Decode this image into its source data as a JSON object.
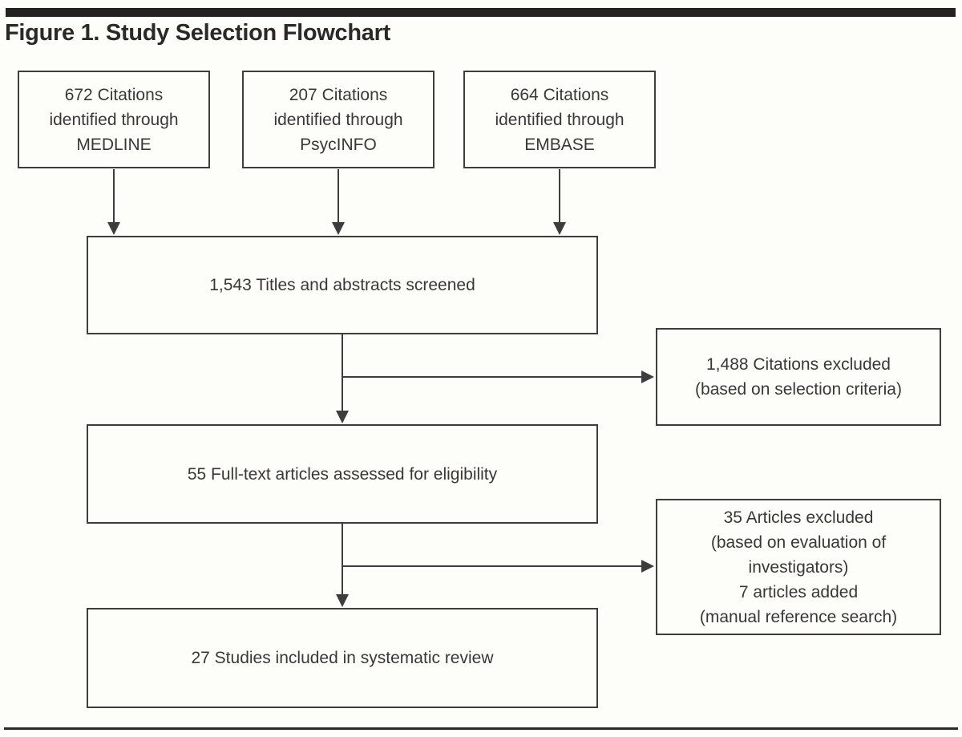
{
  "figure": {
    "title": "Figure 1. Study Selection Flowchart"
  },
  "flowchart": {
    "sources": [
      {
        "label": "672 Citations\nidentified through\nMEDLINE"
      },
      {
        "label": "207 Citations\nidentified through\nPsycINFO"
      },
      {
        "label": "664 Citations\nidentified through\nEMBASE"
      }
    ],
    "screened": {
      "label": "1,543 Titles and abstracts screened"
    },
    "excluded_screening": {
      "label": "1,488 Citations excluded\n(based on selection criteria)"
    },
    "fulltext": {
      "label": "55 Full-text articles assessed for eligibility"
    },
    "excluded_fulltext": {
      "label": "35 Articles excluded\n(based on evaluation of\ninvestigators)\n7 articles added\n(manual reference search)"
    },
    "included": {
      "label": "27 Studies included in systematic review"
    }
  },
  "colors": {
    "line": "#3e3d3d",
    "text": "#3a3837",
    "top_bar": "#232021",
    "bottom_rule": "#2c2a29",
    "background": "#fdfdfa"
  }
}
